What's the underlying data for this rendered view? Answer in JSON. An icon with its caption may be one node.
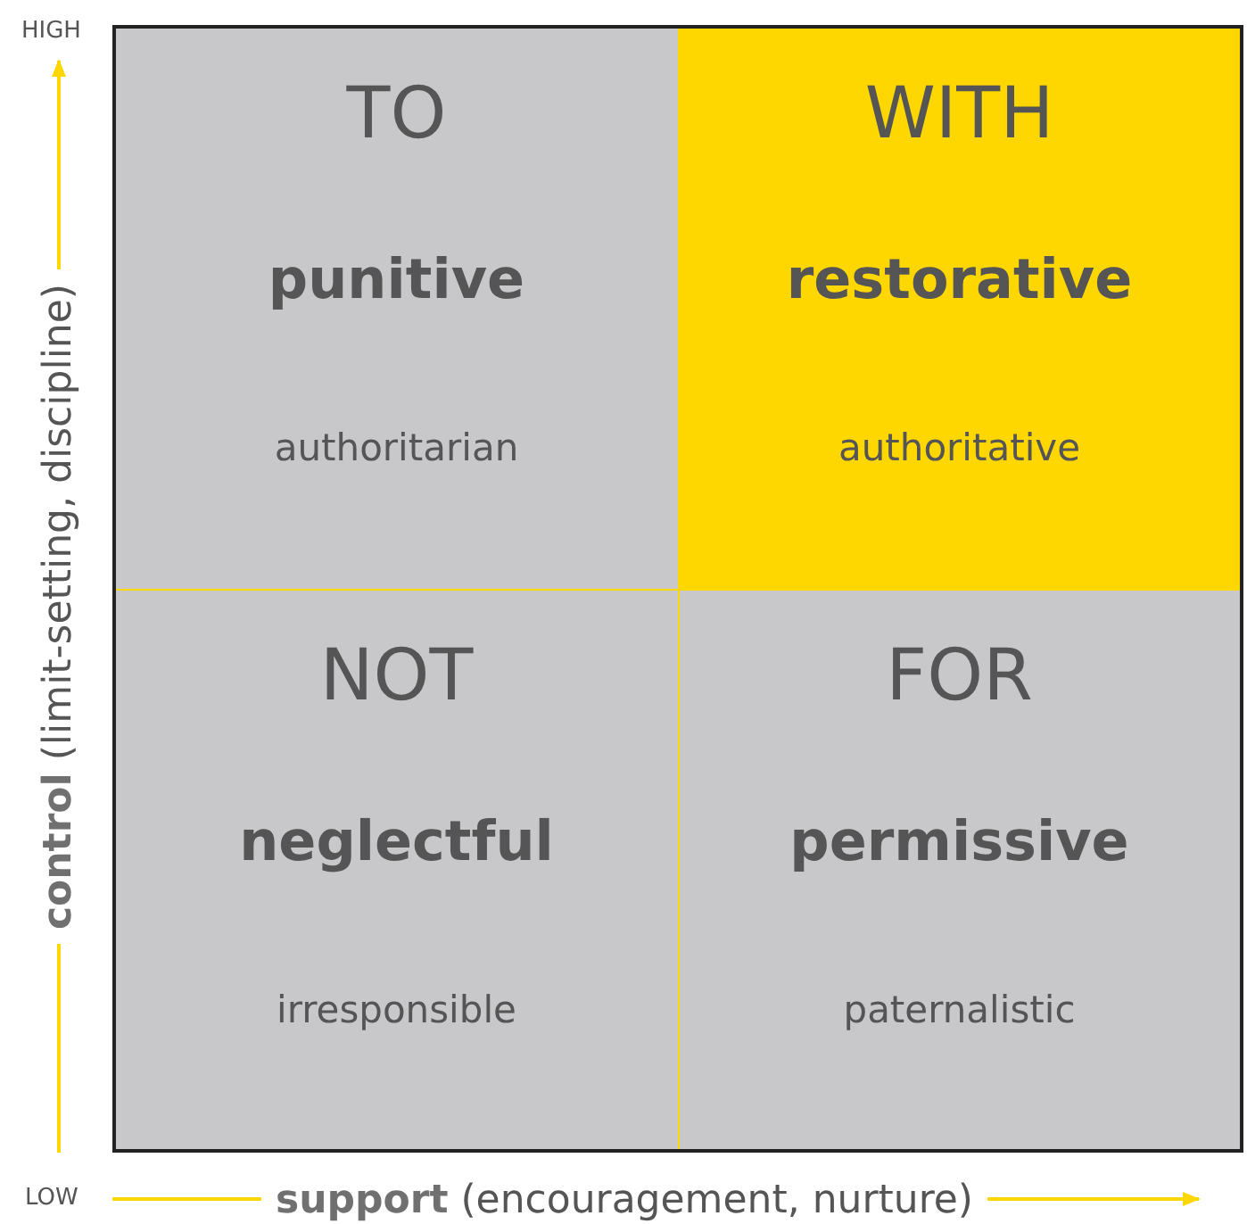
{
  "diagram": {
    "nodes": [
      {
        "text": [
          "TO",
          "punitive",
          "authoritarian"
        ]
      },
      {
        "text": [
          "WITH",
          "restorative",
          "authoritative"
        ]
      },
      {
        "text": [
          "NOT",
          "neglectful",
          "irresponsible"
        ]
      },
      {
        "text": [
          "FOR",
          "permissive",
          "paternalistic"
        ]
      }
    ],
    "labels": [
      "HIGH",
      "**control** (limit-setting, discipline)",
      "LOW",
      "**support** (encouragement, nurture)"
    ]
  }
}
